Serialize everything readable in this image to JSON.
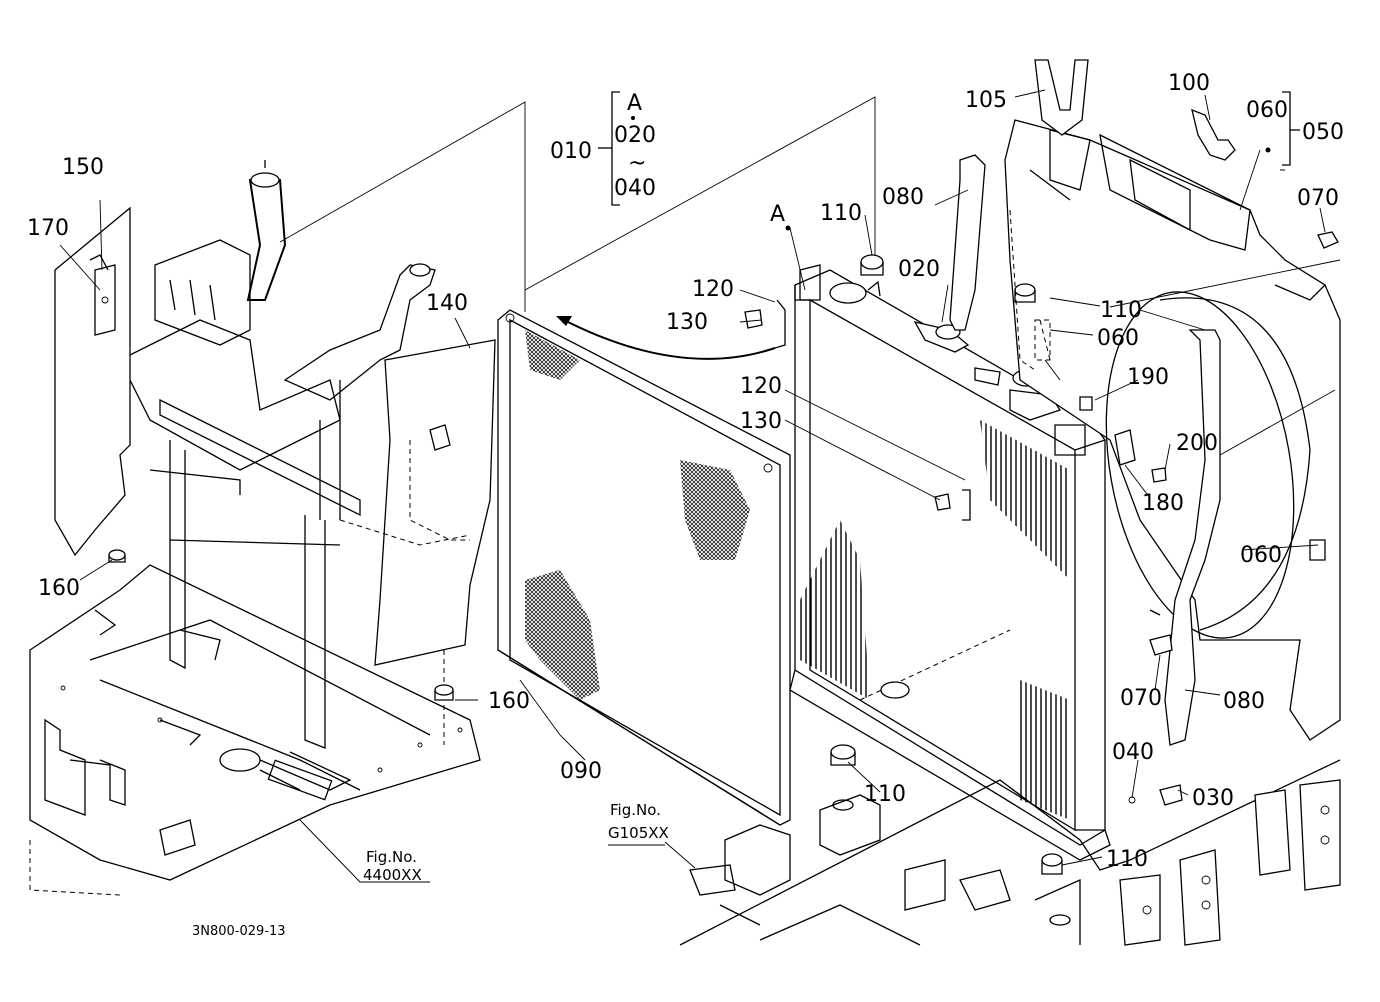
{
  "diagram": {
    "drawing_code": "3N800-029-13",
    "references": [
      {
        "id": "ref-4400",
        "line1": "Fig.No.",
        "line2": "4400XX"
      },
      {
        "id": "ref-g105",
        "line1": "Fig.No.",
        "line2": "G105XX"
      }
    ],
    "group": {
      "main": "010",
      "marker": "A",
      "from": "020",
      "tilde": "~",
      "to": "040",
      "assy": "050",
      "assy_sub": "060"
    },
    "detail_marker": "A",
    "callouts": [
      {
        "id": "c-150",
        "text": "150"
      },
      {
        "id": "c-170",
        "text": "170"
      },
      {
        "id": "c-140",
        "text": "140"
      },
      {
        "id": "c-160a",
        "text": "160"
      },
      {
        "id": "c-160b",
        "text": "160"
      },
      {
        "id": "c-090",
        "text": "090"
      },
      {
        "id": "c-120a",
        "text": "120"
      },
      {
        "id": "c-130a",
        "text": "130"
      },
      {
        "id": "c-120b",
        "text": "120"
      },
      {
        "id": "c-130b",
        "text": "130"
      },
      {
        "id": "c-110a",
        "text": "110"
      },
      {
        "id": "c-080a",
        "text": "080"
      },
      {
        "id": "c-020",
        "text": "020"
      },
      {
        "id": "c-105",
        "text": "105"
      },
      {
        "id": "c-100",
        "text": "100"
      },
      {
        "id": "c-070a",
        "text": "070"
      },
      {
        "id": "c-110b",
        "text": "110"
      },
      {
        "id": "c-060b",
        "text": "060"
      },
      {
        "id": "c-190",
        "text": "190"
      },
      {
        "id": "c-200",
        "text": "200"
      },
      {
        "id": "c-180",
        "text": "180"
      },
      {
        "id": "c-060c",
        "text": "060"
      },
      {
        "id": "c-070b",
        "text": "070"
      },
      {
        "id": "c-080b",
        "text": "080"
      },
      {
        "id": "c-040",
        "text": "040"
      },
      {
        "id": "c-030",
        "text": "030"
      },
      {
        "id": "c-110c",
        "text": "110"
      },
      {
        "id": "c-110d",
        "text": "110"
      }
    ]
  }
}
